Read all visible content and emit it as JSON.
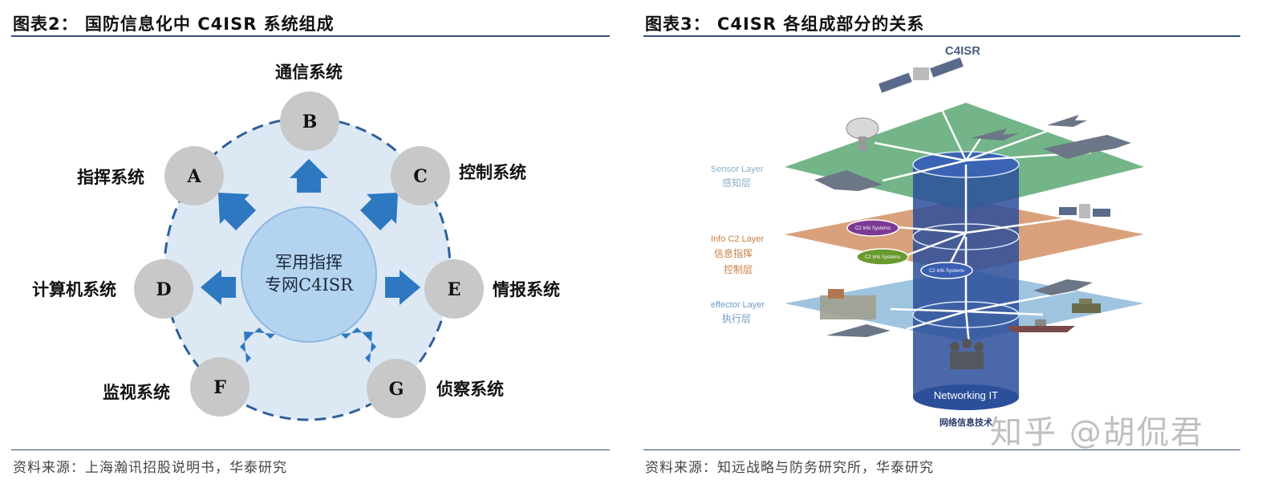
{
  "left_figure": {
    "title": "图表2：  国防信息化中 C4ISR 系统组成",
    "source": "资料来源：上海瀚讯招股说明书，华泰研究",
    "center_line1": "军用指挥",
    "center_line2": "专网C4ISR",
    "nodes": [
      {
        "letter": "A",
        "label": "指挥系统"
      },
      {
        "letter": "B",
        "label": "通信系统"
      },
      {
        "letter": "C",
        "label": "控制系统"
      },
      {
        "letter": "D",
        "label": "计算机系统"
      },
      {
        "letter": "E",
        "label": "情报系统"
      },
      {
        "letter": "F",
        "label": "监视系统"
      },
      {
        "letter": "G",
        "label": "侦察系统"
      }
    ],
    "colors": {
      "ring_fill": "#dce9f5",
      "ring_border": "#2f5f9a",
      "center_fill": "#b4d3ef",
      "node_fill": "#c8c8c8",
      "arrow": "#2e78c2"
    }
  },
  "right_figure": {
    "title": "图表3：  C4ISR 各组成部分的关系",
    "source": "资料来源：知远战略与防务研究所，华泰研究",
    "diagram_title": "C4ISR",
    "layers": [
      {
        "en": "Sensor Layer",
        "cn": "感知层",
        "color": "#5aa873"
      },
      {
        "en": "Info C2 Layer",
        "cn_line1": "信息指挥",
        "cn_line2": "控制层",
        "color": "#d08a5a"
      },
      {
        "en": "effector Layer",
        "cn": "执行层",
        "color": "#7fb0d6"
      }
    ],
    "c2_tags": [
      "C2 Info Systems",
      "C2 Info Systems",
      "C2 Info Systems"
    ],
    "network_label": "Networking IT",
    "network_cn": "网络信息技术",
    "watermark": "知乎 @胡侃君"
  }
}
